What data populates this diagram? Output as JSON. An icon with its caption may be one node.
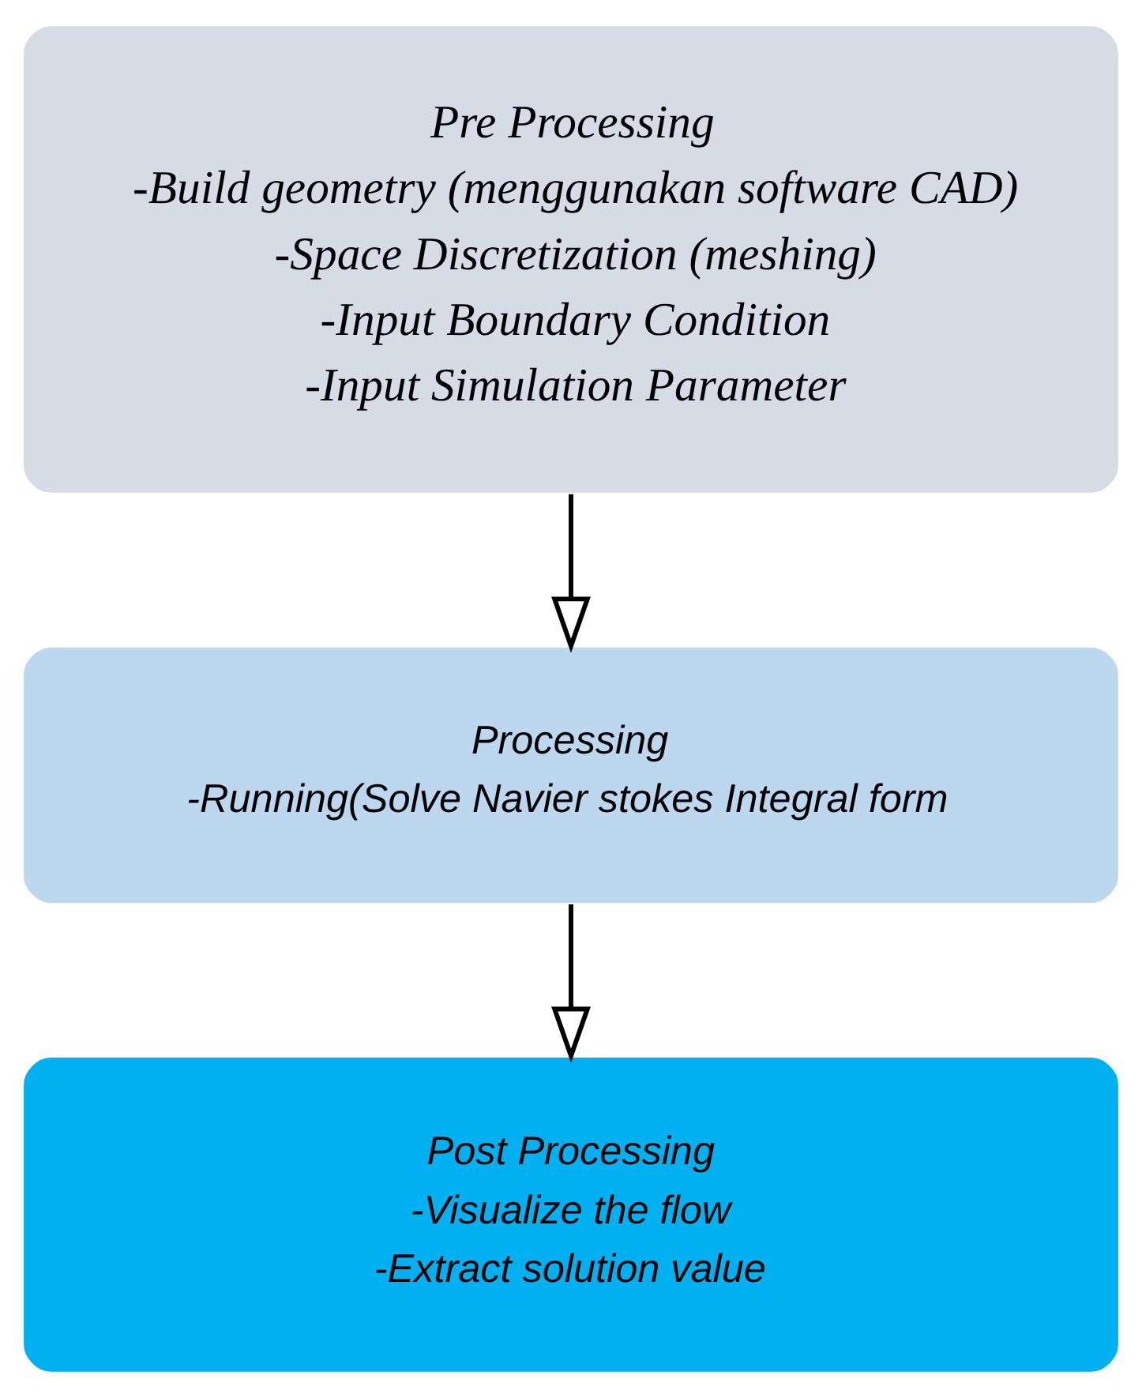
{
  "diagram": {
    "nodes": [
      {
        "text": [
          "Pre Processing",
          "-Build geometry (menggunakan software CAD)",
          "-Space Discretization (meshing)",
          "-Input Boundary Condition",
          "-Input Simulation Parameter"
        ]
      },
      {
        "text": [
          "Processing",
          "-Running(Solve Navier stokes Integral form"
        ]
      },
      {
        "text": [
          "Post Processing",
          "-Visualize the flow",
          "-Extract solution value"
        ]
      }
    ],
    "edges": [
      {
        "from": 0,
        "to": 1,
        "arrow": "to"
      },
      {
        "from": 1,
        "to": 2,
        "arrow": "to"
      }
    ]
  }
}
